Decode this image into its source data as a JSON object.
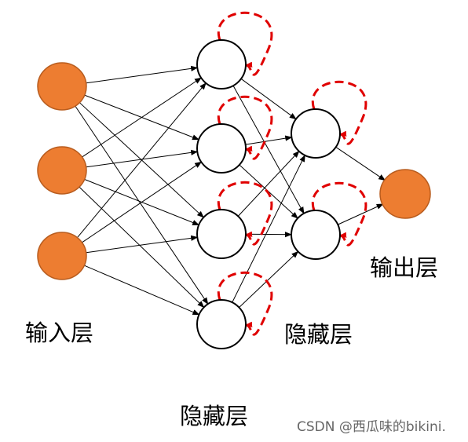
{
  "labels": {
    "input_layer": "输入层",
    "hidden_layer_1": "隐藏层",
    "hidden_layer_2": "隐藏层",
    "output_layer": "输出层"
  },
  "watermark": "CSDN @西瓜味的bikini.",
  "colors": {
    "input_node": "#ed7d31",
    "input_node_stroke": "#b85c1e",
    "output_node": "#ed7d31",
    "hidden_node_fill": "#ffffff",
    "node_stroke": "#000000",
    "edge": "#000000",
    "recurrent_loop": "#e00000"
  },
  "network": {
    "input_nodes": 3,
    "hidden_layer_1_nodes": 4,
    "hidden_layer_2_nodes": 2,
    "output_nodes": 1,
    "recurrent_hidden": true
  }
}
